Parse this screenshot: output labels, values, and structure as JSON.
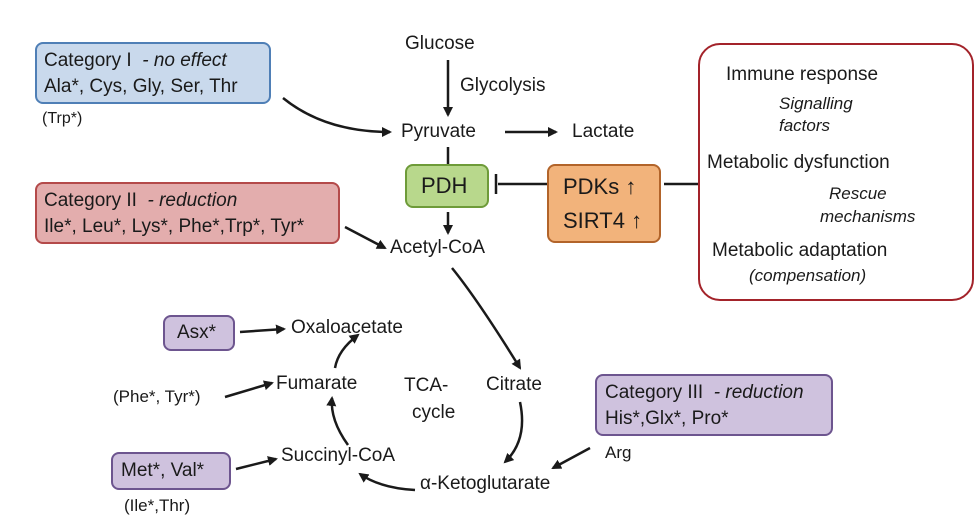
{
  "top": {
    "glucose": "Glucose",
    "glycolysis": "Glycolysis",
    "pyruvate": "Pyruvate",
    "lactate": "Lactate",
    "pdh": "PDH",
    "pdks": "PDKs ↑",
    "sirt4": "SIRT4 ↑",
    "acetyl_coa": "Acetyl-CoA"
  },
  "category1": {
    "title": "Category I",
    "effect": "- no effect",
    "members": "Ala*, Cys, Gly, Ser, Thr",
    "extra": "(Trp*)"
  },
  "category2": {
    "title": "Category II",
    "effect": "- reduction",
    "members": "Ile*, Leu*, Lys*, Phe*,Trp*, Tyr*"
  },
  "category3": {
    "title": "Category III",
    "effect": "- reduction",
    "members": "His*,Glx*, Pro*",
    "extra": "Arg"
  },
  "immune": {
    "response": "Immune response",
    "signalling_1": "Signalling",
    "signalling_2": "factors",
    "dysfunction": "Metabolic dysfunction",
    "rescue_1": "Rescue",
    "rescue_2": "mechanisms",
    "adaptation": "Metabolic adaptation",
    "compensation": "(compensation)"
  },
  "tca": {
    "center_1": "TCA-",
    "center_2": "cycle",
    "oxaloacetate": "Oxaloacetate",
    "citrate": "Citrate",
    "fumarate": "Fumarate",
    "succinyl_coa": "Succinyl-CoA",
    "ketoglutarate": "α-Ketoglutarate",
    "asx": "Asx*",
    "phe_tyr": "(Phe*, Tyr*)",
    "met_val": "Met*, Val*",
    "ile_thr": "(Ile*,Thr)"
  }
}
